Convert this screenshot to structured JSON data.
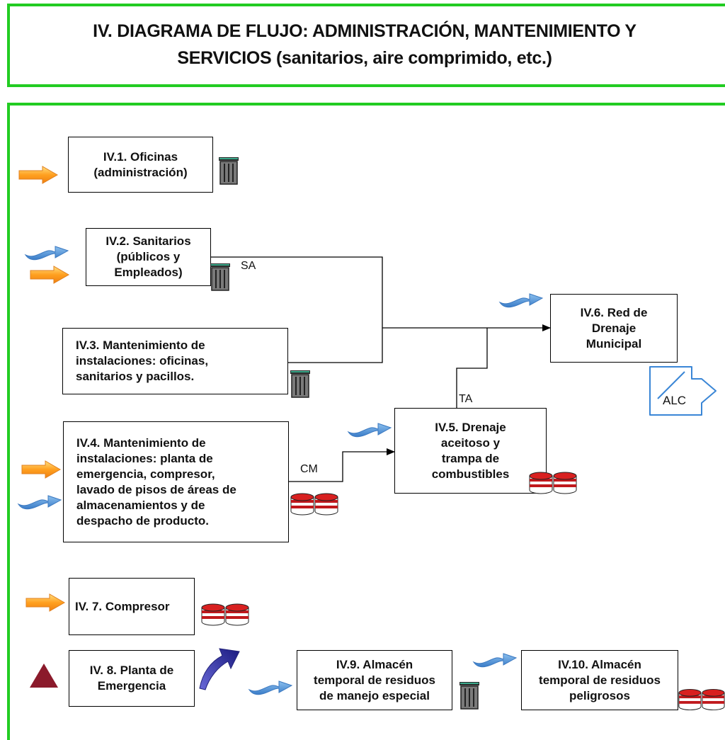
{
  "title": {
    "line1": "IV. DIAGRAMA  DE FLUJO: ADMINISTRACIÓN, MANTENIMIENTO Y",
    "line2": "SERVICIOS (sanitarios, aire comprimido,  etc.)"
  },
  "boxes": {
    "b1": "IV.1. Oficinas\n(administración)",
    "b2": "IV.2. Sanitarios\n(públicos y\nEmpleados)",
    "b3": "IV.3. Mantenimiento de\ninstalaciones: oficinas,\nsanitarios y pacillos.",
    "b4": "IV.4. Mantenimiento de\ninstalaciones: planta de\nemergencia, compresor,\nlavado de pisos de áreas de\nalmacenamientos y de\ndespacho de producto.",
    "b5": "IV.5. Drenaje\naceitoso y\ntrampa de\ncombustibles",
    "b6": "IV.6. Red de\nDrenaje\nMunicipal",
    "b7": "IV. 7. Compresor",
    "b8": "IV. 8. Planta de\nEmergencia",
    "b9": "IV.9. Almacén\ntemporal de residuos\nde manejo especial",
    "b10": "IV.10. Almacén\ntemporal de residuos\npeligrosos"
  },
  "labels": {
    "sa": "SA",
    "cm": "CM",
    "ta": "TA",
    "alc": "ALC"
  },
  "icons": {
    "energy_input": "orange-arrow-icon",
    "water_input": "blue-curved-arrow-icon",
    "solid_waste": "trash-can-icon",
    "hazardous_waste": "drums-icon",
    "air_emission": "curved-up-arrow-icon",
    "noise_source": "triangle-icon",
    "wastewater_discharge": "alc-discharge-icon"
  },
  "colors": {
    "frame": "#22cc22",
    "energy_arrow": "#f5a030",
    "water_arrow": "#4a90d9",
    "drum": "#c0181c",
    "triangle": "#8b1a2b"
  }
}
